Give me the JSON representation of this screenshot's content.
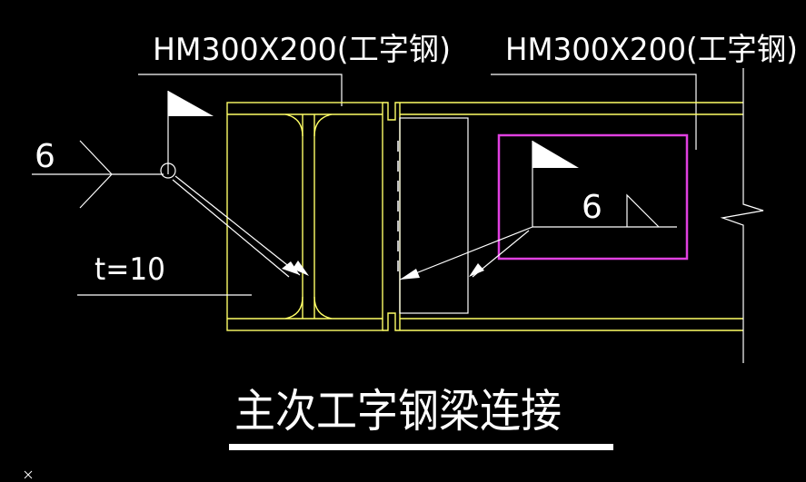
{
  "labels": {
    "section_left": "HM300X200(工字钢)",
    "section_right": "HM300X200(工字钢)",
    "weld_size_left": "6",
    "weld_size_right": "6",
    "plate_thickness": "t=10",
    "title": "主次工字钢梁连接"
  },
  "colors": {
    "background": "#000000",
    "steel": "#ffff66",
    "annotation": "#ffffff",
    "highlight": "#e040e0"
  }
}
